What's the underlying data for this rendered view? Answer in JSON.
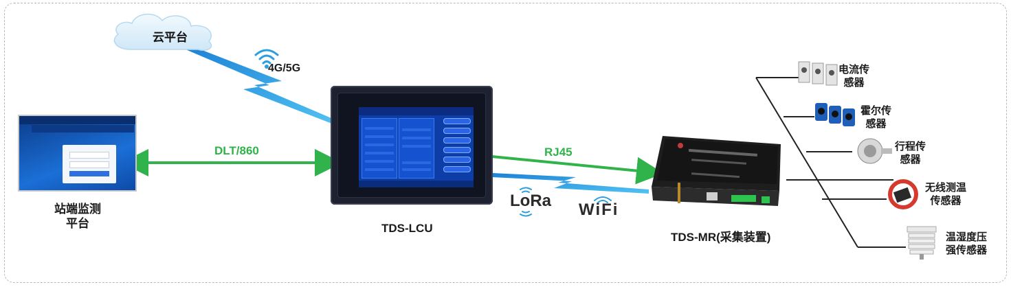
{
  "nodes": {
    "cloud": {
      "label": "云平台"
    },
    "station": {
      "label_line1": "站端监测",
      "label_line2": "平台"
    },
    "lcu": {
      "label": "TDS-LCU"
    },
    "mr": {
      "label": "TDS-MR(采集装置)"
    }
  },
  "links": {
    "cellular": "4G/5G",
    "dlt": "DLT/860",
    "rj45": "RJ45",
    "lora": "LoRa",
    "wifi": "WiFi"
  },
  "sensors": [
    {
      "line1": "电流传",
      "line2": "感器"
    },
    {
      "line1": "霍尔传",
      "line2": "感器"
    },
    {
      "line1": "行程传",
      "line2": "感器"
    },
    {
      "line1": "无线测温",
      "line2": "传感器"
    },
    {
      "line1": "温湿度压",
      "line2": "强传感器"
    }
  ],
  "colors": {
    "green_link": "#2fb34a",
    "wireless_bolt": "#2a9fe0",
    "wifi_icon": "#2a9fe0",
    "tree_line": "#222222"
  }
}
